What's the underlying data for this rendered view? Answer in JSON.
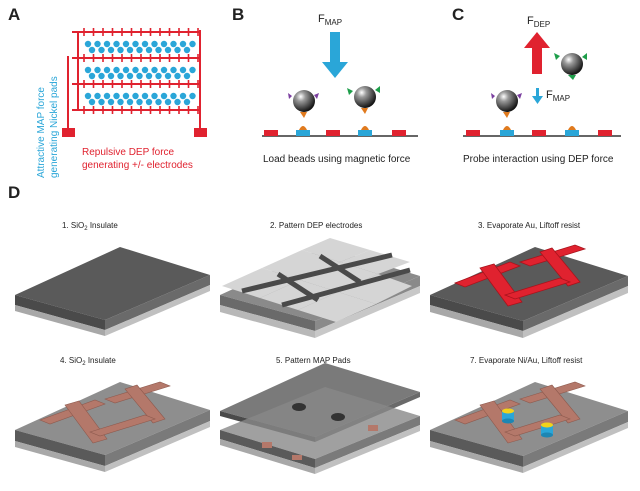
{
  "panels": {
    "a": {
      "letter": "A",
      "map_label_line1": "Attractive MAP force",
      "map_label_line2": "generating Nickel pads",
      "dep_label_line1": "Repulsive DEP force",
      "dep_label_line2": "generating +/- electrodes"
    },
    "b": {
      "letter": "B",
      "force_main": "F",
      "force_sub": "MAP",
      "caption": "Load beads using magnetic force"
    },
    "c": {
      "letter": "C",
      "dep_main": "F",
      "dep_sub": "DEP",
      "map_main": "F",
      "map_sub": "MAP",
      "caption": "Probe interaction using DEP force"
    },
    "d": {
      "letter": "D",
      "steps": [
        {
          "num": "1.",
          "text": "SiO",
          "sub": "2",
          "rest": " Insulate"
        },
        {
          "num": "2.",
          "text": "Pattern DEP electrodes",
          "sub": "",
          "rest": ""
        },
        {
          "num": "3.",
          "text": "Evaporate Au, Liftoff resist",
          "sub": "",
          "rest": ""
        },
        {
          "num": "4.",
          "text": "SiO",
          "sub": "2",
          "rest": " Insulate"
        },
        {
          "num": "5.",
          "text": " Pattern MAP Pads",
          "sub": "",
          "rest": ""
        },
        {
          "num": "7.",
          "text": "Evaporate Ni/Au, Liftoff resist",
          "sub": "",
          "rest": ""
        }
      ]
    }
  },
  "colors": {
    "cyan": "#2aa6d8",
    "red": "#e0222f",
    "dark_red": "#c41a24",
    "gray_dark": "#5a5a5a",
    "gray_light": "#b5b5b5",
    "bead_green": "#1e9e4a",
    "bead_purple": "#7b3fa0",
    "antibody_orange": "#e07a1e",
    "pad_yellow": "#f2d21b"
  }
}
